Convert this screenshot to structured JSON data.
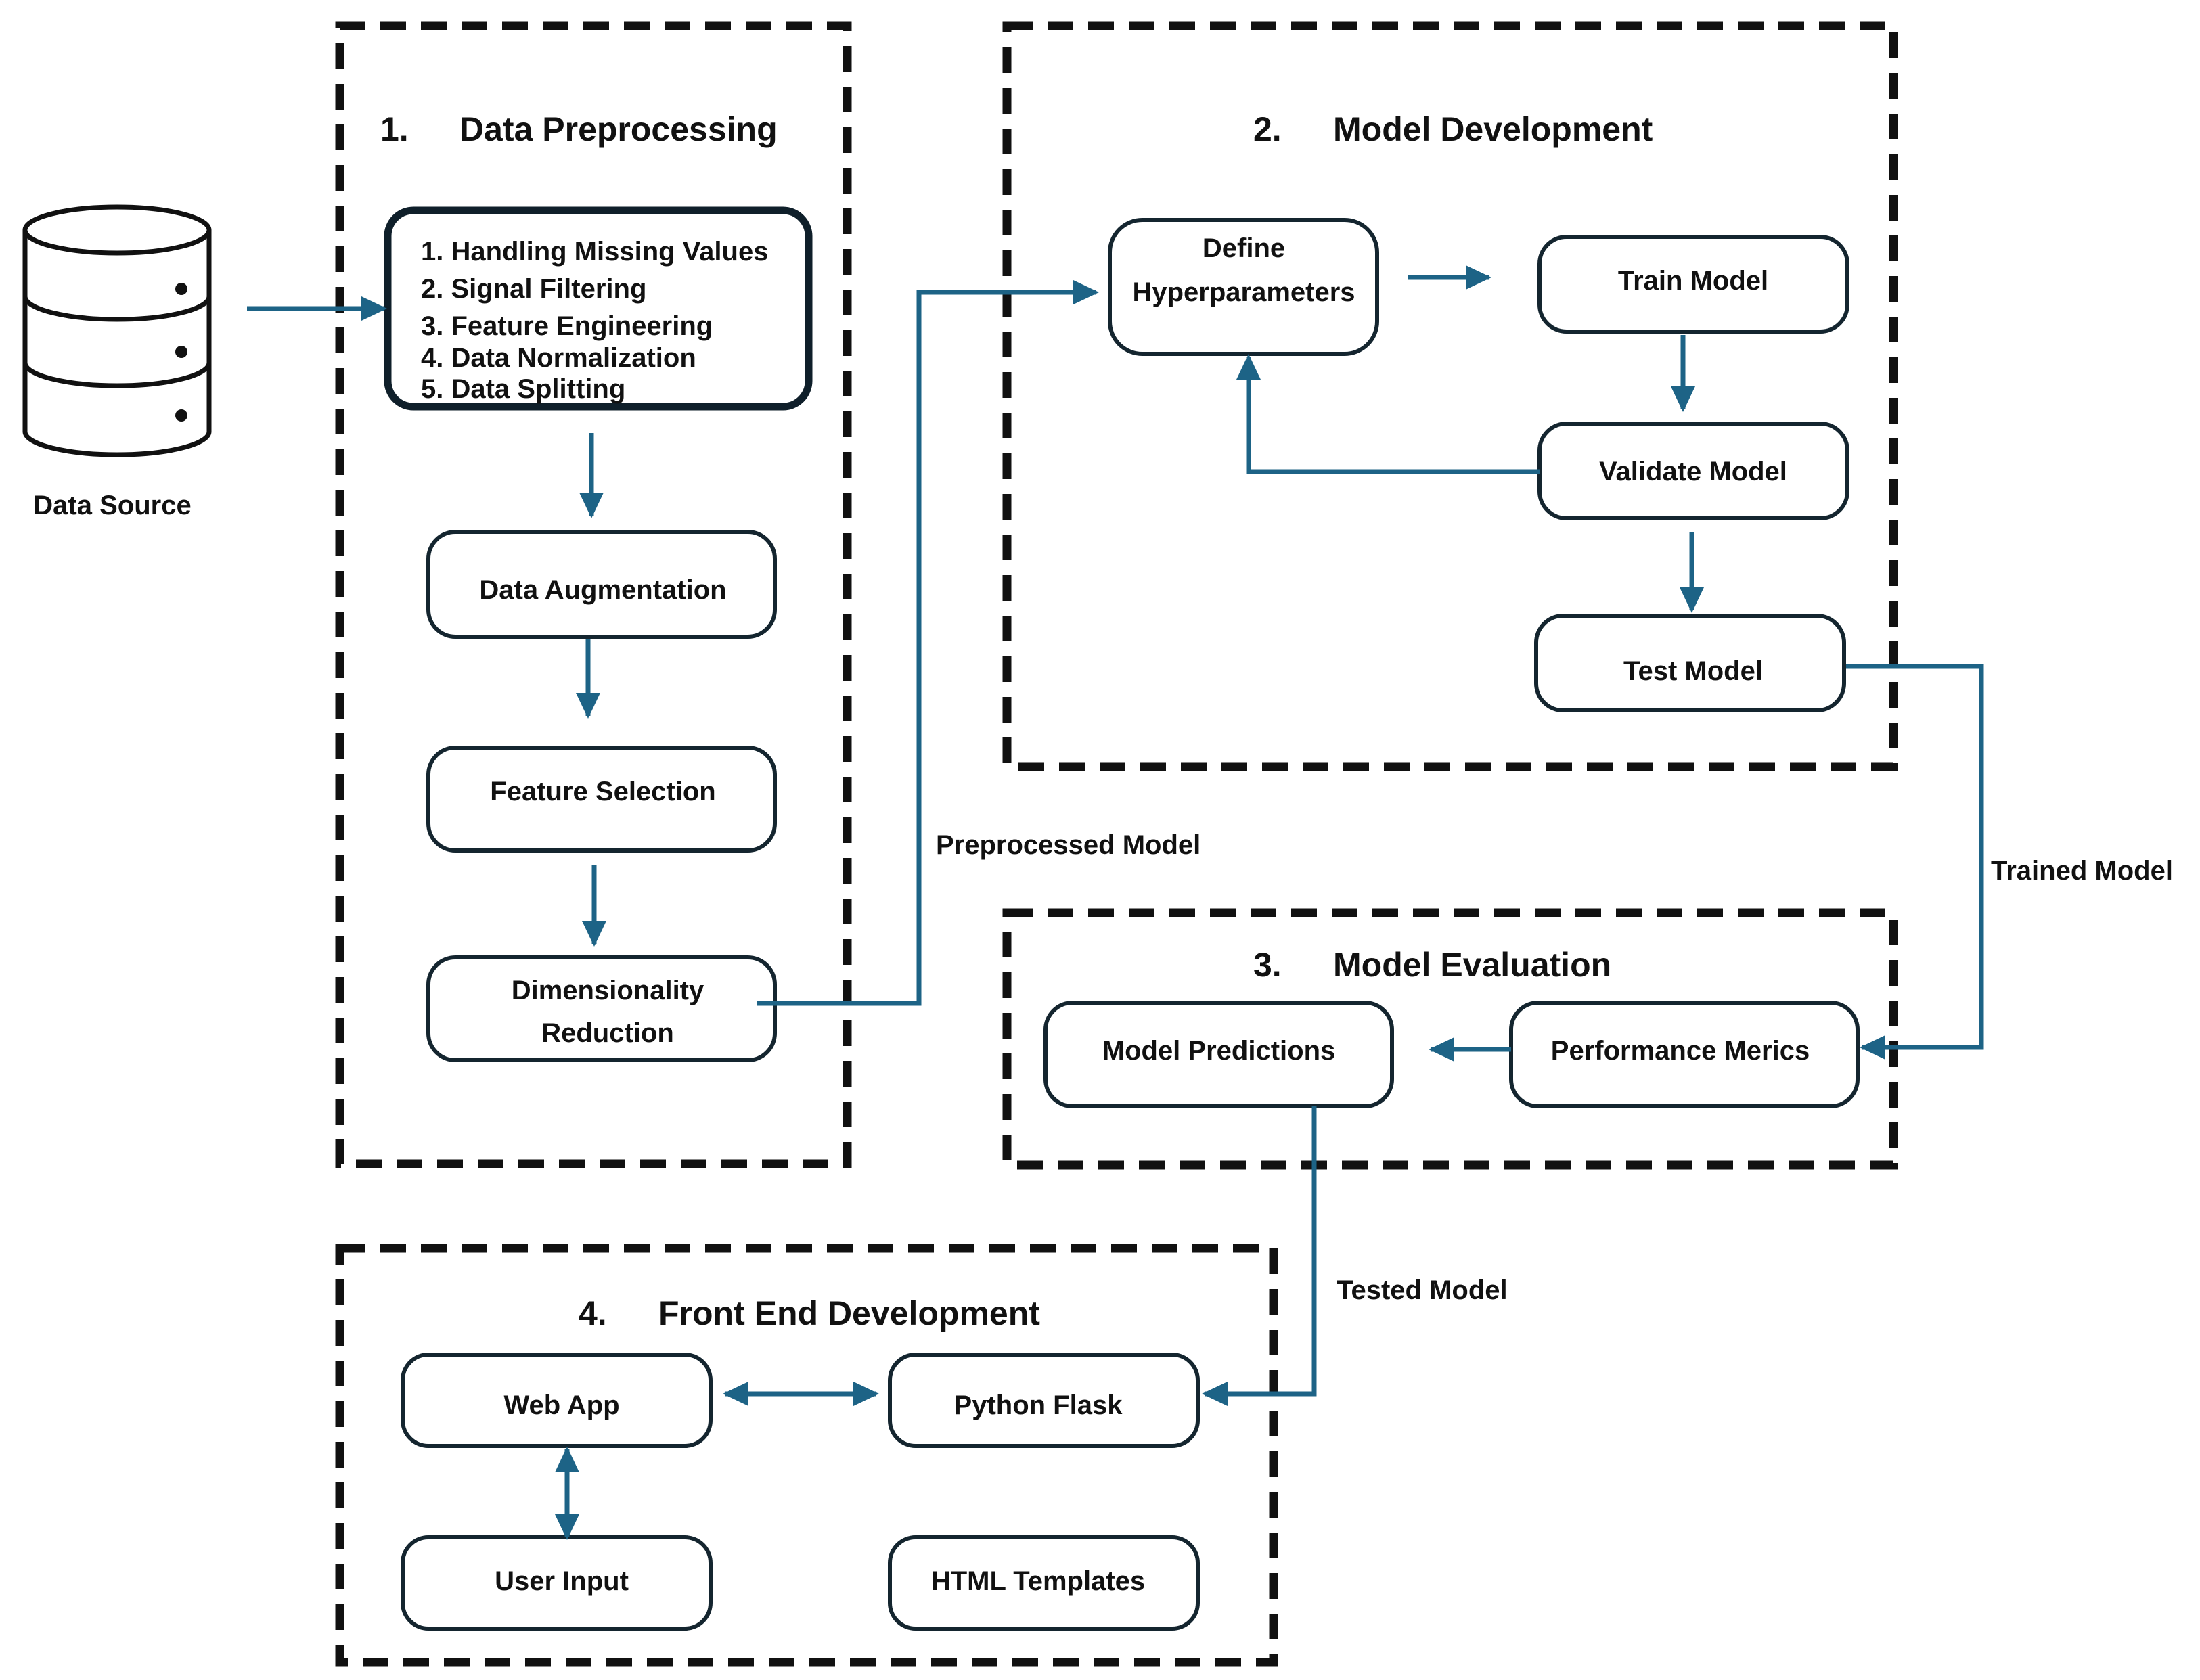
{
  "colors": {
    "arrow": "#1d6386",
    "frame": "#111111",
    "box_stroke": "#14252f"
  },
  "data_source": {
    "label": "Data Source",
    "icon": "database-icon"
  },
  "sections": {
    "preprocessing": {
      "number": "1.",
      "title": "Data Preprocessing",
      "steps_list": [
        "1. Handling Missing Values",
        "2. Signal Filtering",
        "3. Feature Engineering",
        "4. Data Normalization",
        "5. Data Splitting"
      ],
      "augmentation": "Data Augmentation",
      "feature_selection": "Feature Selection",
      "dim_reduction": [
        "Dimensionality",
        "Reduction"
      ]
    },
    "development": {
      "number": "2.",
      "title": "Model Development",
      "define": [
        "Define",
        "Hyperparameters"
      ],
      "train": "Train Model",
      "validate": "Validate Model",
      "test": "Test Model"
    },
    "evaluation": {
      "number": "3.",
      "title": "Model Evaluation",
      "predictions": "Model Predictions",
      "metrics": "Performance Merics"
    },
    "frontend": {
      "number": "4.",
      "title": "Front End Development",
      "web_app": "Web App",
      "flask": "Python Flask",
      "user_input": "User Input",
      "templates": "HTML Templates"
    }
  },
  "edge_labels": {
    "preprocessed": "Preprocessed Model",
    "trained": "Trained Model",
    "tested": "Tested Model"
  }
}
